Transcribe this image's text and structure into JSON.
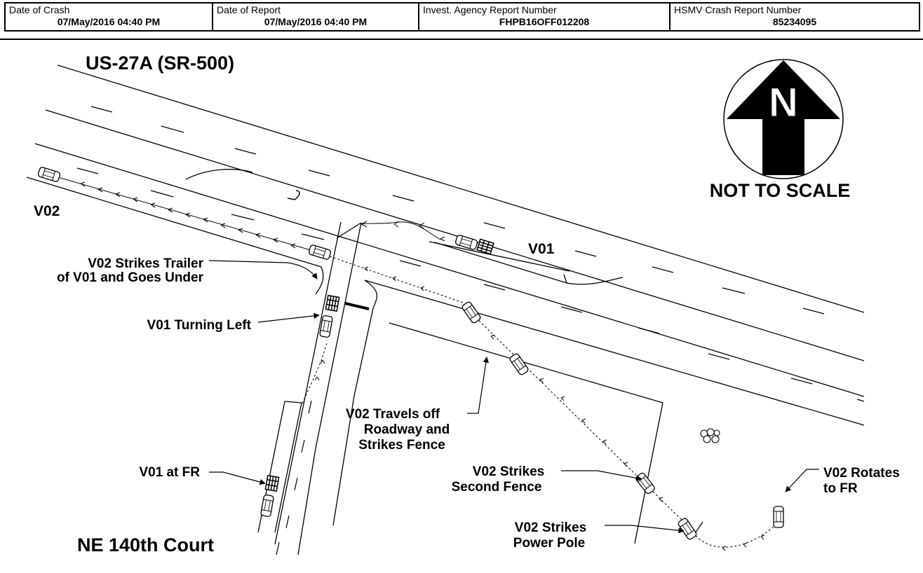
{
  "header": {
    "cells": [
      {
        "label": "Date of Crash",
        "value": "07/May/2016 04:40 PM"
      },
      {
        "label": "Date of Report",
        "value": "07/May/2016 04:40 PM"
      },
      {
        "label": "Invest. Agency Report Number",
        "value": "FHPB16OFF012208"
      },
      {
        "label": "HSMV Crash Report Number",
        "value": "85234095"
      }
    ]
  },
  "diagram": {
    "road_main": "US-27A (SR-500)",
    "road_side": "NE 140th Court",
    "north_letter": "N",
    "scale_note": "NOT TO SCALE",
    "vehicle_v01": "V01",
    "vehicle_v02": "V02",
    "annotations": {
      "strikes_trailer_line1": "V02 Strikes Trailer",
      "strikes_trailer_line2": "of V01 and Goes Under",
      "turning_left": "V01 Turning Left",
      "v01_at_fr": "V01 at FR",
      "travels_off_line1": "V02 Travels off",
      "travels_off_line2": "Roadway and",
      "travels_off_line3": "Strikes Fence",
      "second_fence_line1": "V02 Strikes",
      "second_fence_line2": "Second Fence",
      "power_pole_line1": "V02 Strikes",
      "power_pole_line2": "Power Pole",
      "rotates_line1": "V02 Rotates",
      "rotates_line2": "to FR"
    }
  }
}
